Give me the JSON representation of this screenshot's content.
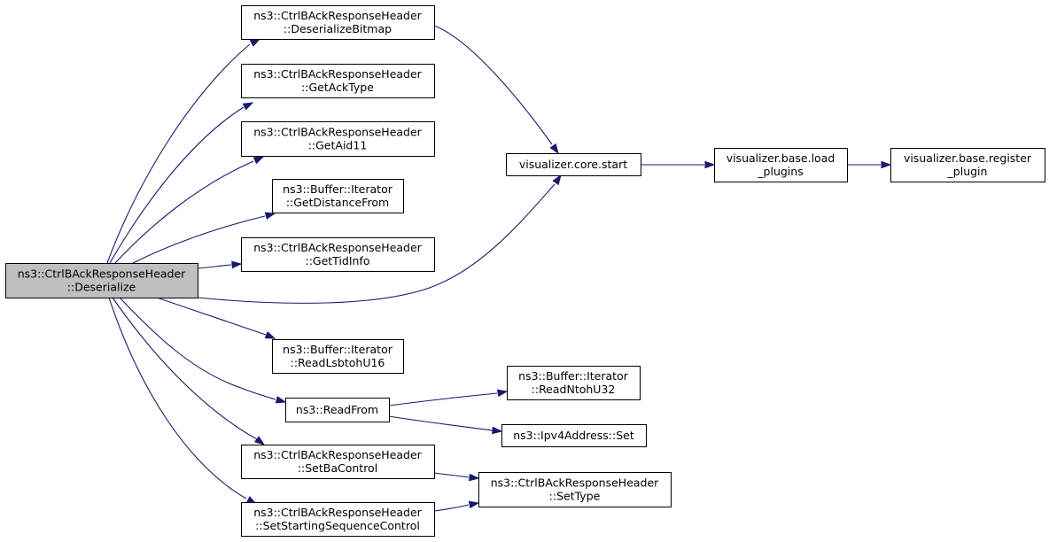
{
  "graph": {
    "colors": {
      "edge": "#191970",
      "focus_fill": "#bfbfbf",
      "node_fill": "#ffffff",
      "border": "#000000"
    },
    "nodes": [
      {
        "id": "deserialize",
        "lines": [
          "ns3::CtrlBAckResponseHeader",
          "::Deserialize"
        ],
        "focus": true
      },
      {
        "id": "deserialize-bitmap",
        "lines": [
          "ns3::CtrlBAckResponseHeader",
          "::DeserializeBitmap"
        ]
      },
      {
        "id": "get-ack-type",
        "lines": [
          "ns3::CtrlBAckResponseHeader",
          "::GetAckType"
        ]
      },
      {
        "id": "get-aid11",
        "lines": [
          "ns3::CtrlBAckResponseHeader",
          "::GetAid11"
        ]
      },
      {
        "id": "get-distance-from",
        "lines": [
          "ns3::Buffer::Iterator",
          "::GetDistanceFrom"
        ]
      },
      {
        "id": "get-tid-info",
        "lines": [
          "ns3::CtrlBAckResponseHeader",
          "::GetTidInfo"
        ]
      },
      {
        "id": "read-lsbtoh-u16",
        "lines": [
          "ns3::Buffer::Iterator",
          "::ReadLsbtohU16"
        ]
      },
      {
        "id": "read-from",
        "lines": [
          "ns3::ReadFrom"
        ]
      },
      {
        "id": "set-ba-control",
        "lines": [
          "ns3::CtrlBAckResponseHeader",
          "::SetBaControl"
        ]
      },
      {
        "id": "set-starting-sequence-control",
        "lines": [
          "ns3::CtrlBAckResponseHeader",
          "::SetStartingSequenceControl"
        ]
      },
      {
        "id": "visualizer-core-start",
        "lines": [
          "visualizer.core.start"
        ]
      },
      {
        "id": "visualizer-base-load-plugins",
        "lines": [
          "visualizer.base.load",
          "_plugins"
        ]
      },
      {
        "id": "visualizer-base-register-plugin",
        "lines": [
          "visualizer.base.register",
          "_plugin"
        ]
      },
      {
        "id": "read-ntoh-u32",
        "lines": [
          "ns3::Buffer::Iterator",
          "::ReadNtohU32"
        ]
      },
      {
        "id": "ipv4address-set",
        "lines": [
          "ns3::Ipv4Address::Set"
        ]
      },
      {
        "id": "set-type",
        "lines": [
          "ns3::CtrlBAckResponseHeader",
          "::SetType"
        ]
      }
    ],
    "edges": [
      {
        "from": "deserialize",
        "to": "deserialize-bitmap"
      },
      {
        "from": "deserialize",
        "to": "get-ack-type"
      },
      {
        "from": "deserialize",
        "to": "get-aid11"
      },
      {
        "from": "deserialize",
        "to": "get-distance-from"
      },
      {
        "from": "deserialize",
        "to": "get-tid-info"
      },
      {
        "from": "deserialize",
        "to": "visualizer-core-start"
      },
      {
        "from": "deserialize",
        "to": "read-lsbtoh-u16"
      },
      {
        "from": "deserialize",
        "to": "read-from"
      },
      {
        "from": "deserialize",
        "to": "set-ba-control"
      },
      {
        "from": "deserialize",
        "to": "set-starting-sequence-control"
      },
      {
        "from": "deserialize-bitmap",
        "to": "visualizer-core-start"
      },
      {
        "from": "visualizer-core-start",
        "to": "visualizer-base-load-plugins"
      },
      {
        "from": "visualizer-base-load-plugins",
        "to": "visualizer-base-register-plugin"
      },
      {
        "from": "read-from",
        "to": "read-ntoh-u32"
      },
      {
        "from": "read-from",
        "to": "ipv4address-set"
      },
      {
        "from": "set-ba-control",
        "to": "set-type"
      },
      {
        "from": "set-starting-sequence-control",
        "to": "set-type"
      }
    ]
  }
}
